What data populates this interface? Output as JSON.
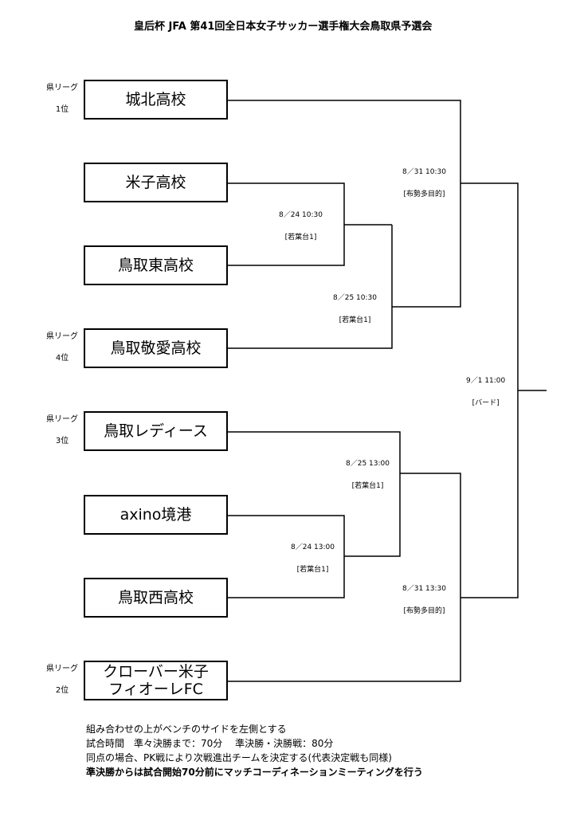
{
  "title": "皇后杯 JFA 第41回全日本女子サッカー選手権大会鳥取県予選会",
  "teams": [
    {
      "line1": "城北高校",
      "line2": ""
    },
    {
      "line1": "米子高校",
      "line2": ""
    },
    {
      "line1": "鳥取東高校",
      "line2": ""
    },
    {
      "line1": "鳥取敬愛高校",
      "line2": ""
    },
    {
      "line1": "鳥取レディース",
      "line2": ""
    },
    {
      "line1": "axino境港",
      "line2": ""
    },
    {
      "line1": "鳥取西高校",
      "line2": ""
    },
    {
      "line1": "クローバー米子",
      "line2": "フィオーレFC"
    }
  ],
  "seeds": [
    {
      "league": "県リーグ",
      "rank": "1位"
    },
    {
      "league": "県リーグ",
      "rank": "4位"
    },
    {
      "league": "県リーグ",
      "rank": "3位"
    },
    {
      "league": "県リーグ",
      "rank": "2位"
    }
  ],
  "matches": [
    {
      "datetime": "8／24 10:30",
      "venue": "[若葉台1]"
    },
    {
      "datetime": "8／25 10:30",
      "venue": "[若葉台1]"
    },
    {
      "datetime": "8／31 10:30",
      "venue": "[布勢多目的]"
    },
    {
      "datetime": "8／25 13:00",
      "venue": "[若葉台1]"
    },
    {
      "datetime": "8／24 13:00",
      "venue": "[若葉台1]"
    },
    {
      "datetime": "8／31 13:30",
      "venue": "[布勢多目的]"
    },
    {
      "datetime": "9／1 11:00",
      "venue": "[バード]"
    }
  ],
  "notes": [
    "組み合わせの上がベンチのサイドを左側とする",
    "試合時間　準々決勝まで：70分　 準決勝・決勝戦：80分",
    "同点の場合、PK戦により次戦進出チームを決定する(代表決定戦も同様)",
    "準決勝からは試合開始70分前にマッチコーディネーションミーティングを行う"
  ]
}
